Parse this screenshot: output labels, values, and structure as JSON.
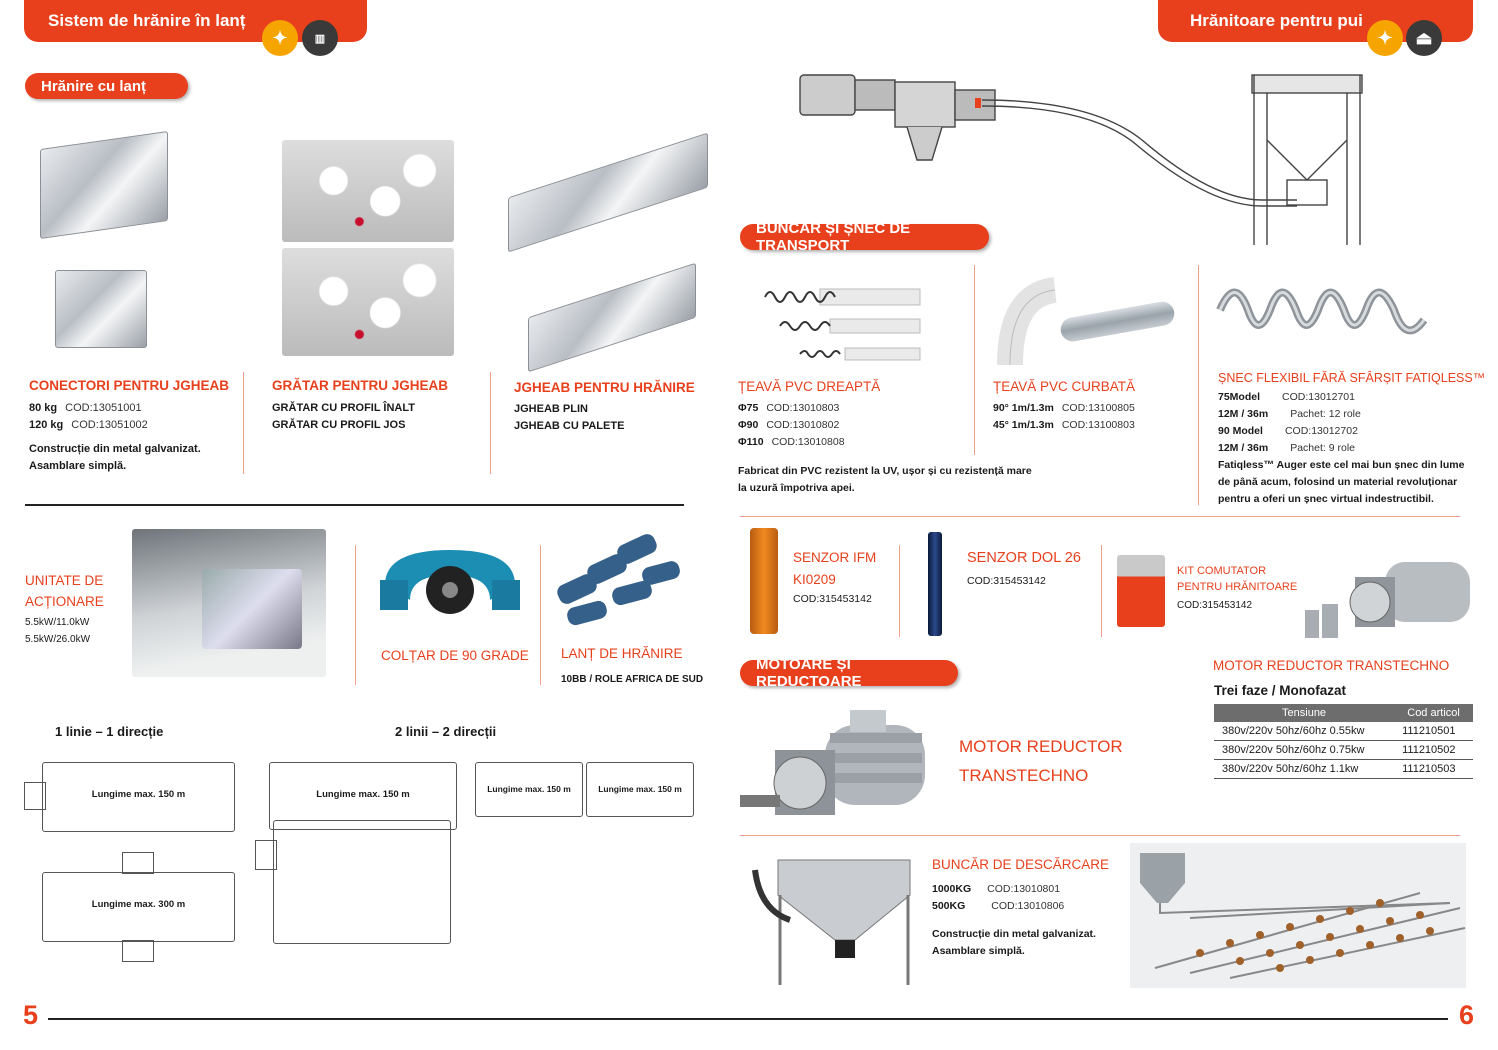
{
  "header_left": {
    "title": "Sistem de hrănire în lanț"
  },
  "header_right": {
    "title": "Hrănitoare pentru pui"
  },
  "section_chain": {
    "label": "Hrănire cu lanț"
  },
  "connectors": {
    "title": "CONECTORI PENTRU JGHEAB",
    "rows": [
      {
        "k": "80 kg",
        "v": "COD:13051001"
      },
      {
        "k": "120 kg",
        "v": "COD:13051002"
      }
    ],
    "desc1": "Construcție din metal galvanizat.",
    "desc2": "Asamblare simplă."
  },
  "grate": {
    "title": "GRĂTAR PENTRU JGHEAB",
    "l1": "GRĂTAR CU PROFIL ÎNALT",
    "l2": "GRĂTAR CU PROFIL JOS"
  },
  "trough": {
    "title": "JGHEAB PENTRU HRĂNIRE",
    "l1": "JGHEAB PLIN",
    "l2": "JGHEAB CU PALETE"
  },
  "drive": {
    "title1": "UNITATE DE",
    "title2": "ACȚIONARE",
    "p1": "5.5kW/11.0kW",
    "p2": "5.5kW/26.0kW"
  },
  "corner": {
    "title": "COLȚAR DE 90 GRADE"
  },
  "chain": {
    "title": "LANȚ DE HRĂNIRE",
    "sub": "10BB / ROLE AFRICA DE SUD"
  },
  "diagrams": {
    "d1": "1 linie – 1 direcție",
    "d2": "2 linii – 2 direcții",
    "len150": "Lungime max. 150 m",
    "len300": "Lungime max. 300 m"
  },
  "section_hopper": {
    "label": "BUNCĂR ȘI ȘNEC DE TRANSPORT"
  },
  "pvc_straight": {
    "title": "ȚEAVĂ PVC DREAPTĂ",
    "rows": [
      {
        "k": "Φ75",
        "v": "COD:13010803"
      },
      {
        "k": "Φ90",
        "v": "COD:13010802"
      },
      {
        "k": "Φ110",
        "v": "COD:13010808"
      }
    ],
    "desc1": "Fabricat din PVC rezistent la UV, ușor și cu rezistență mare",
    "desc2": "la uzură împotriva apei."
  },
  "pvc_curved": {
    "title": "ȚEAVĂ PVC CURBATĂ",
    "rows": [
      {
        "k": "90° 1m/1.3m",
        "v": "COD:13100805"
      },
      {
        "k": "45° 1m/1.3m",
        "v": "COD:13100803"
      }
    ]
  },
  "auger": {
    "title": "ȘNEC FLEXIBIL FĂRĂ SFÂRȘIT FATIQLESS™",
    "rows": [
      {
        "k": "75Model",
        "v": "COD:13012701"
      },
      {
        "k": "12M / 36m",
        "v": "Pachet: 12 role"
      },
      {
        "k": "90 Model",
        "v": "COD:13012702"
      },
      {
        "k": "12M / 36m",
        "v": "Pachet: 9 role"
      }
    ],
    "desc1": "Fatiqless™ Auger este cel mai bun șnec din lume",
    "desc2": "de până acum, folosind un material revoluționar",
    "desc3": "pentru a oferi un șnec virtual indestructibil."
  },
  "sensor1": {
    "title1": "SENZOR IFM",
    "title2": "KI0209",
    "code": "COD:315453142"
  },
  "sensor2": {
    "title": "SENZOR DOL 26",
    "code": "COD:315453142"
  },
  "kit": {
    "title1": "KIT COMUTATOR",
    "title2": "PENTRU HRĂNITOARE",
    "code": "COD:315453142"
  },
  "section_motors": {
    "label": "MOTOARE ȘI REDUCTOARE"
  },
  "motor_big": {
    "l1": "MOTOR REDUCTOR",
    "l2": "TRANSTECHNO"
  },
  "motor_table": {
    "title": "MOTOR REDUCTOR TRANSTECHNO",
    "sub": "Trei faze / Monofazat",
    "h1": "Tensiune",
    "h2": "Cod articol",
    "rows": [
      {
        "a": "380v/220v 50hz/60hz 0.55kw",
        "b": "111210501"
      },
      {
        "a": "380v/220v 50hz/60hz 0.75kw",
        "b": "111210502"
      },
      {
        "a": "380v/220v 50hz/60hz 1.1kw",
        "b": "111210503"
      }
    ]
  },
  "discharge": {
    "title": "BUNCĂR DE DESCĂRCARE",
    "rows": [
      {
        "k": "1000KG",
        "v": "COD:13010801"
      },
      {
        "k": "500KG",
        "v": "COD:13010806"
      }
    ],
    "desc1": "Construcție din metal galvanizat.",
    "desc2": "Asamblare simplă."
  },
  "footer": {
    "left": "5",
    "right": "6"
  },
  "colors": {
    "accent": "#e8401c",
    "icon_yellow": "#f6a500",
    "icon_dark": "#3a3a3a"
  }
}
